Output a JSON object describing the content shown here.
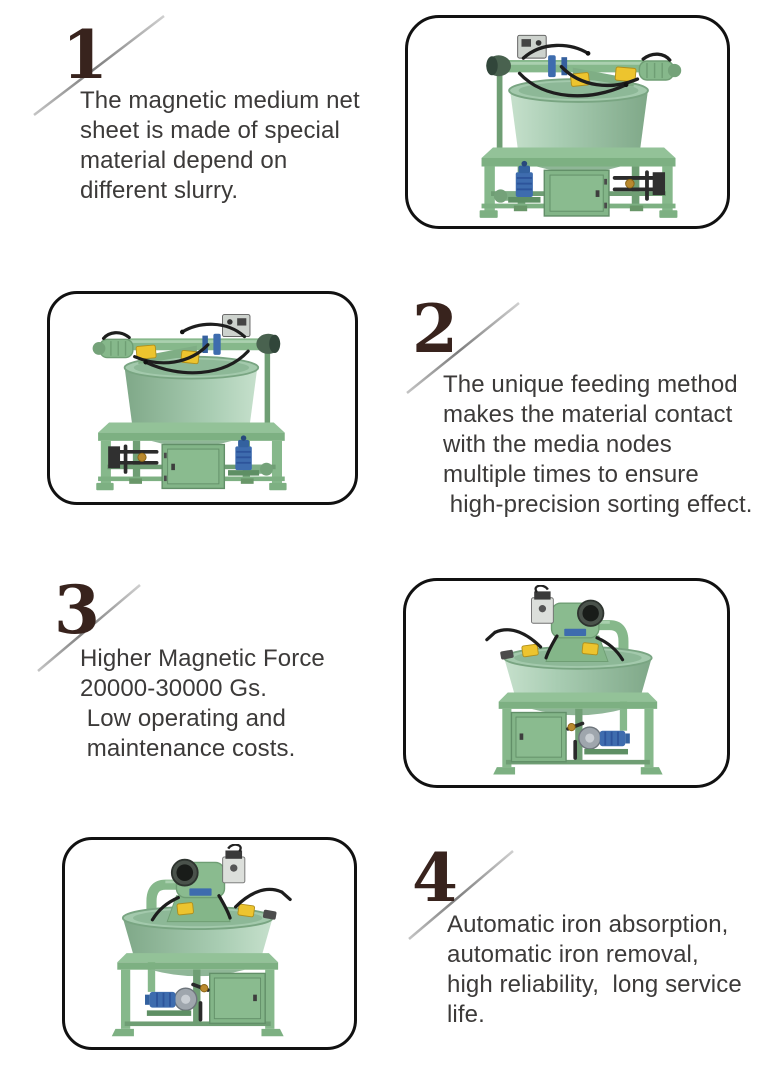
{
  "palette": {
    "text": "#3c3a39",
    "numeral": "#38231d",
    "line_gray": "#8f8f8f",
    "card_border": "#111111",
    "tank_light": "#c6e0cc",
    "tank_mid": "#a9cdb3",
    "tank_dark": "#7fa888",
    "frame_green": "#86b88b",
    "frame_light": "#93c298",
    "frame_dark": "#6f9e74",
    "frame_shade": "#7db082",
    "pump_blue": "#3e6cae",
    "yellow": "#edc42e"
  },
  "features": [
    {
      "number": "1",
      "text": "The magnetic medium net\nsheet is made of special\nmaterial depend on\ndifferent slurry.",
      "image_alt": "green magnetic separator machine, pipes on top, pump in stand"
    },
    {
      "number": "2",
      "text": "The unique feeding method\nmakes the material contact\nwith the media nodes\nmultiple times to ensure\n high-precision sorting effect.",
      "image_alt": "green magnetic separator machine, mirrored view"
    },
    {
      "number": "3",
      "text": "Higher Magnetic Force\n20000-30000 Gs.\n Low operating and\n maintenance costs.",
      "image_alt": "tall green separator with top motor and right-side pipe"
    },
    {
      "number": "4",
      "text": "Automatic iron absorption,\nautomatic iron removal,\nhigh reliability,  long service\nlife.",
      "image_alt": "tall green separator with top motor and left-side pipe"
    }
  ]
}
